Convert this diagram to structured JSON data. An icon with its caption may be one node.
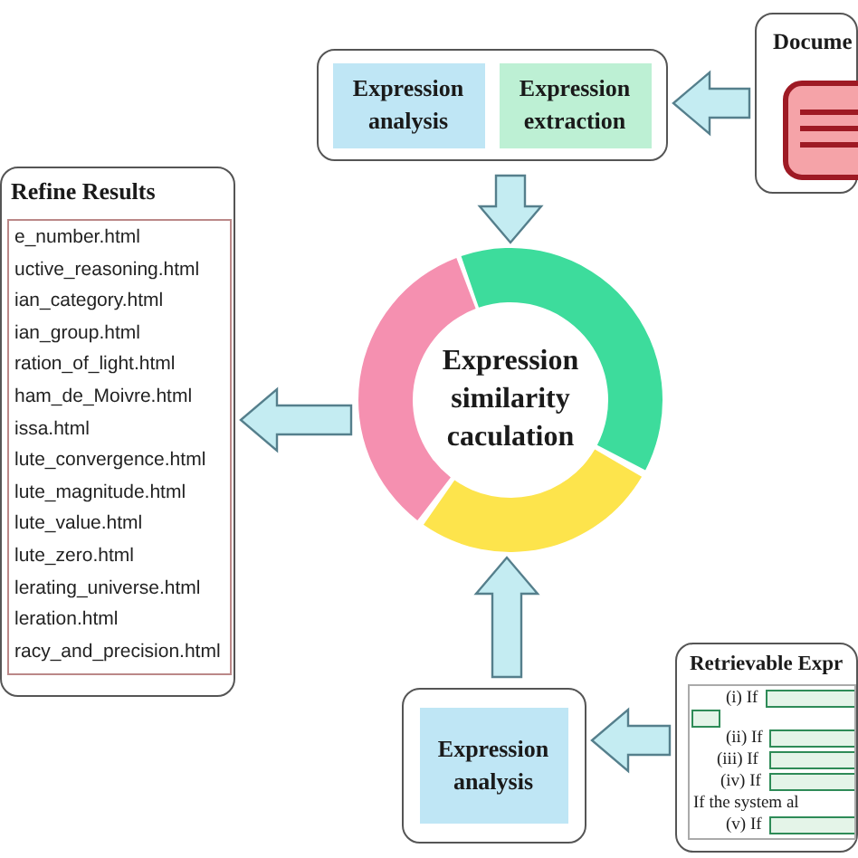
{
  "diagram": {
    "nodes": [
      {
        "text": [],
        "shape": "box"
      },
      {
        "text": [
          "Expression analysis"
        ],
        "in": 0
      },
      {
        "text": [
          "Expression extraction"
        ],
        "in": 0
      },
      {
        "text": [
          "Docume"
        ]
      },
      {
        "text": [
          "Expression similarity caculation"
        ]
      },
      {
        "text": [
          "Refine Results",
          "e_number.html",
          "uctive_reasoning.html",
          "ian_category.html",
          "ian_group.html",
          "ration_of_light.html",
          "ham_de_Moivre.html",
          "issa.html",
          "lute_convergence.html",
          "lute_magnitude.html",
          "lute_value.html",
          "lute_zero.html",
          "lerating_universe.html",
          "leration.html",
          "racy_and_precision.html"
        ]
      },
      {
        "text": [],
        "shape": "box"
      },
      {
        "text": [
          "Expression analysis"
        ],
        "in": 6
      },
      {
        "text": [
          "Retrievable Expr",
          "(i) If",
          "(ii) If",
          "(iii) If",
          "(iv) If",
          "If the system al",
          "(v) If"
        ]
      }
    ],
    "edges": [
      {
        "from": 3,
        "to": 0,
        "arrow": "to"
      },
      {
        "from": 0,
        "to": 4,
        "arrow": "to"
      },
      {
        "from": 4,
        "to": 5,
        "arrow": "to"
      },
      {
        "from": 8,
        "to": 6,
        "arrow": "to"
      },
      {
        "from": 6,
        "to": 4,
        "arrow": "to"
      }
    ]
  }
}
